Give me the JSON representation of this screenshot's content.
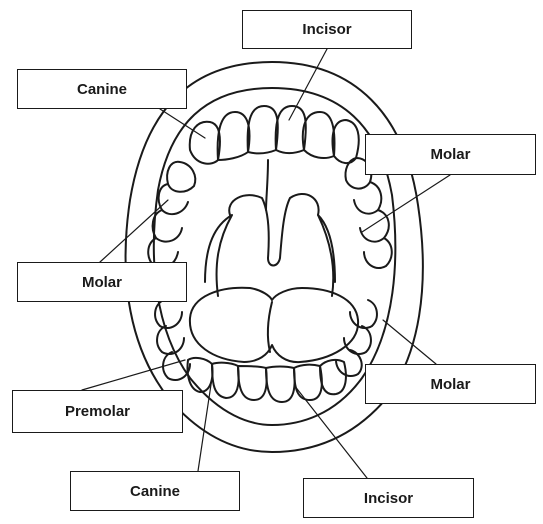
{
  "labels": {
    "incisor_top": "Incisor",
    "canine_top": "Canine",
    "molar_right_top": "Molar",
    "molar_left": "Molar",
    "molar_right_bottom": "Molar",
    "premolar": "Premolar",
    "canine_bottom": "Canine",
    "incisor_bottom": "Incisor"
  }
}
